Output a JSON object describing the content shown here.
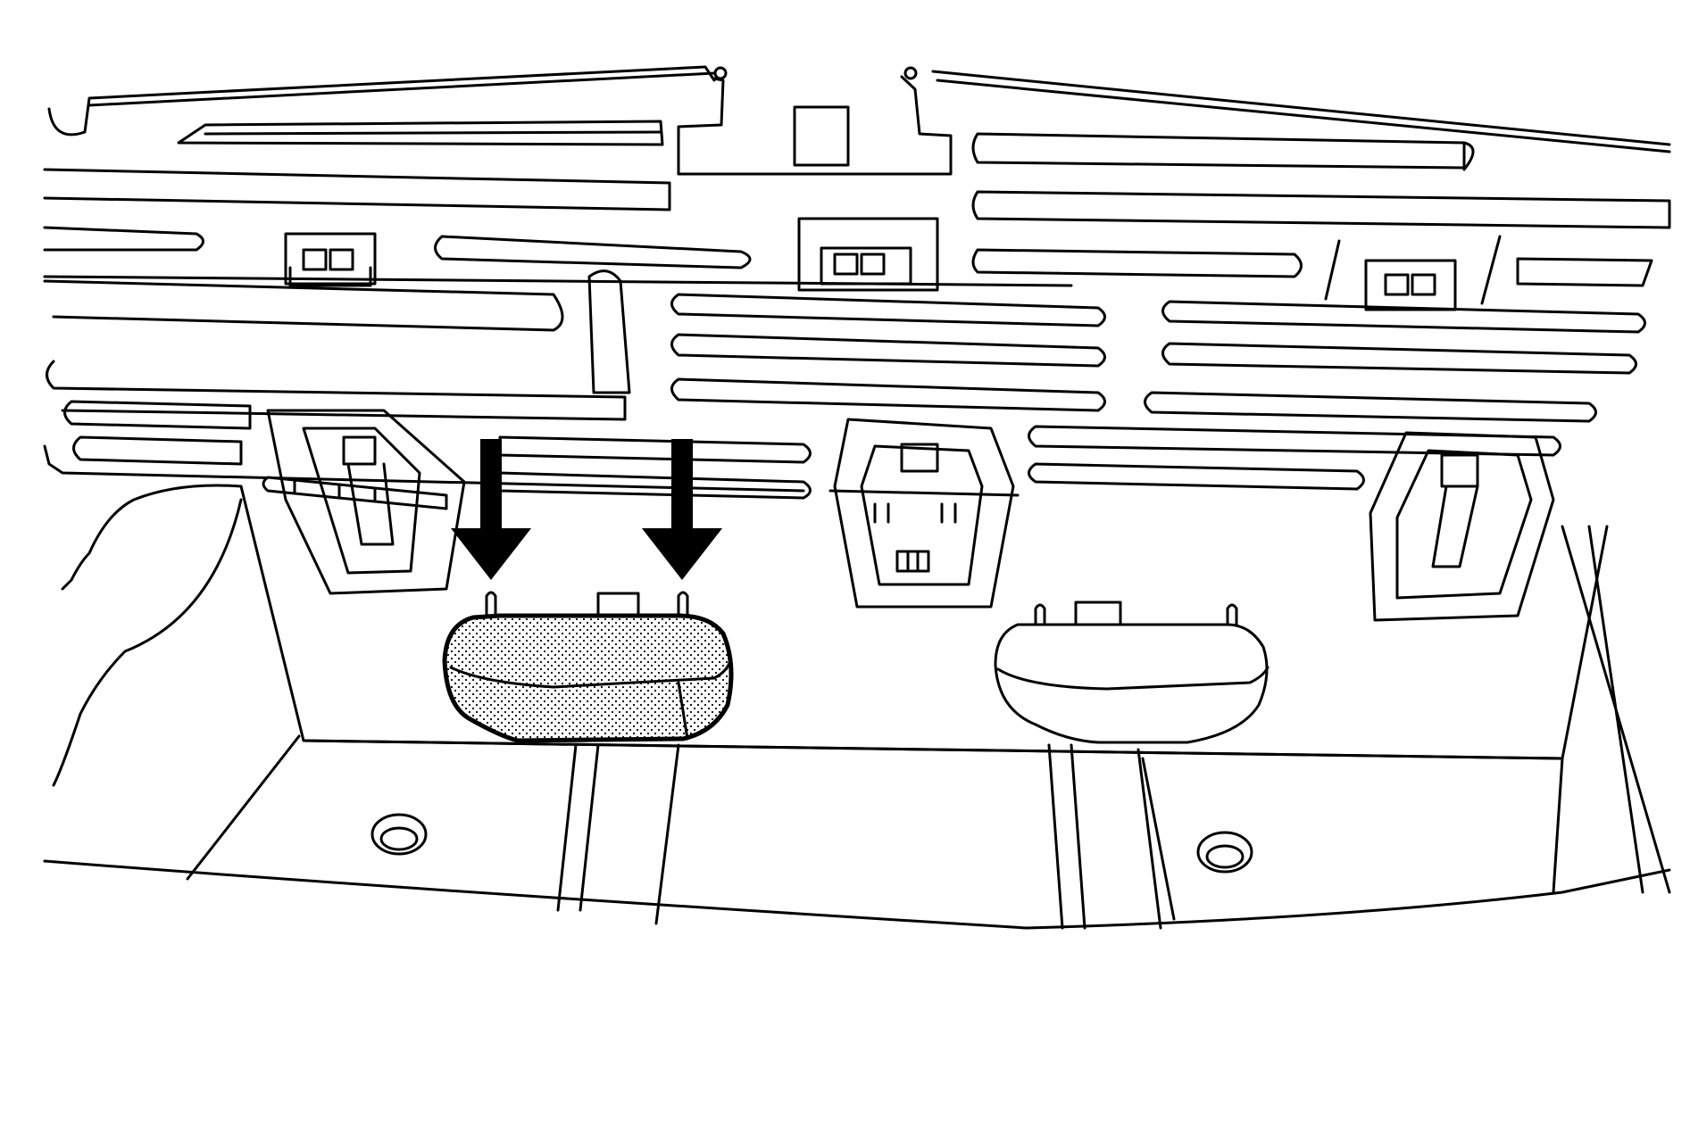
{
  "diagram": {
    "kind": "line-art",
    "colors": {
      "line": "#000000",
      "background": "#ffffff",
      "stipple": "#000000"
    },
    "highlighted_part": "dome-lamp-removed",
    "arrow_direction": "down"
  }
}
